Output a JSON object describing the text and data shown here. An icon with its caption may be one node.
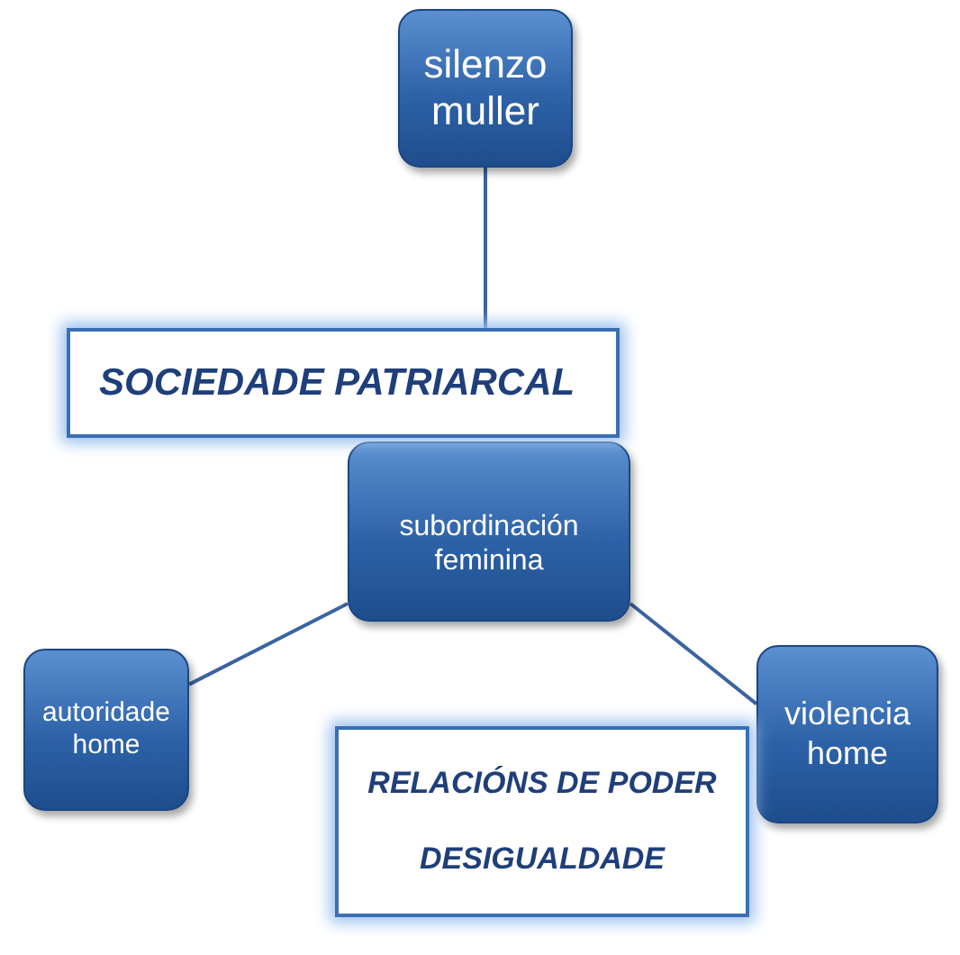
{
  "diagram": {
    "nodes": [
      {
        "text": [
          "silenzo muller"
        ]
      },
      {
        "text": [
          "SOCIEDADE PATRIARCAL"
        ]
      },
      {
        "text": [
          "subordinación feminina"
        ]
      },
      {
        "text": [
          "autoridade home"
        ]
      },
      {
        "text": [
          "violencia home"
        ]
      },
      {
        "text": [
          "RELACIÓNS DE PODER",
          "DESIGUALDADE"
        ]
      }
    ],
    "edges": [
      {
        "from": 0,
        "to": 1,
        "arrow": "none"
      },
      {
        "from": 2,
        "to": 3,
        "arrow": "none"
      },
      {
        "from": 2,
        "to": 4,
        "arrow": "none"
      }
    ]
  }
}
